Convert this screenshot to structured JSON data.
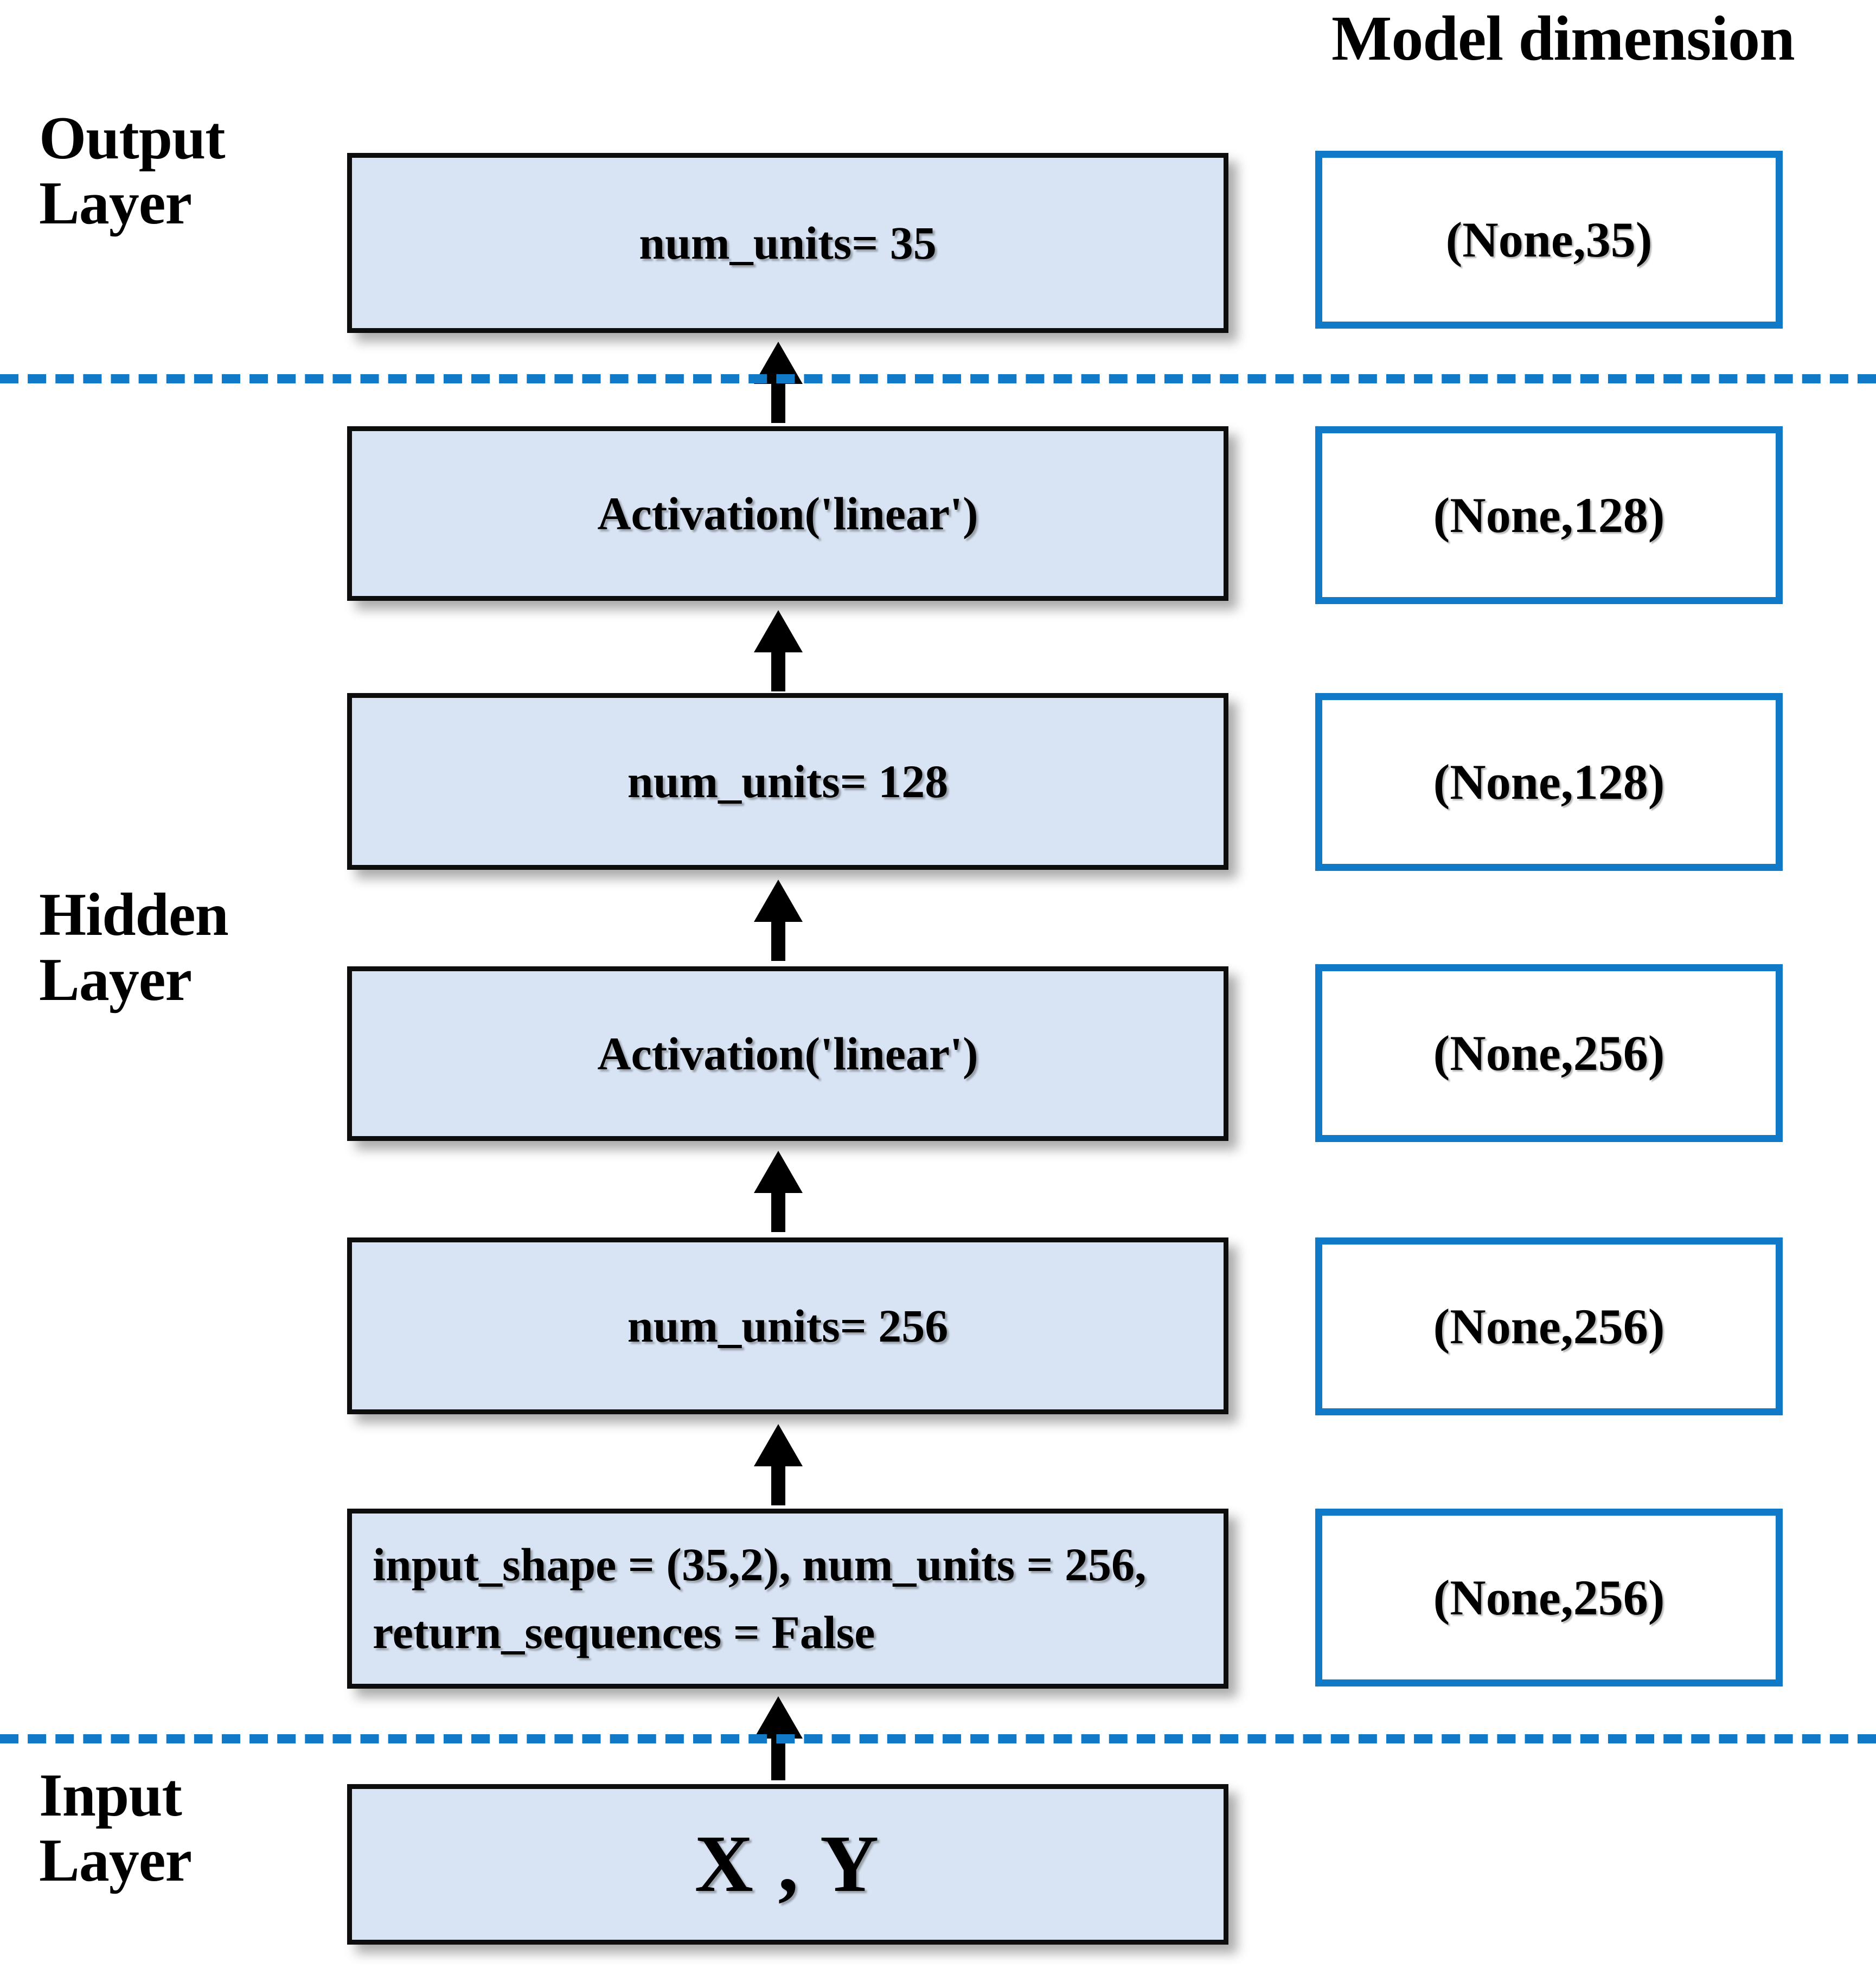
{
  "header": {
    "model_dimension_label": "Model dimension"
  },
  "sections": [
    {
      "id": "output",
      "label": "Output\nLayer"
    },
    {
      "id": "hidden",
      "label": "Hidden\nLayer"
    },
    {
      "id": "input",
      "label": "Input\nLayer"
    }
  ],
  "layers": [
    {
      "id": "dense-output",
      "text": "num_units= 35",
      "dimension": "(None,35)"
    },
    {
      "id": "activation-2",
      "text": "Activation('linear')",
      "dimension": "(None,128)"
    },
    {
      "id": "dense-128",
      "text": "num_units= 128",
      "dimension": "(None,128)"
    },
    {
      "id": "activation-1",
      "text": "Activation('linear')",
      "dimension": "(None,256)"
    },
    {
      "id": "dense-256",
      "text": "num_units= 256",
      "dimension": "(None,256)"
    },
    {
      "id": "lstm-input",
      "text": "input_shape = (35,2), num_units = 256,\nreturn_sequences = False",
      "dimension": "(None,256)"
    },
    {
      "id": "input-data",
      "text": "X , Y",
      "dimension": ""
    }
  ],
  "colors": {
    "layer_box_fill": "#d8e3f3",
    "layer_box_border": "#0d0d0d",
    "dimension_box_border": "#1079c8",
    "dimension_box_fill": "#ffffff",
    "divider": "#1079c8",
    "arrow": "#000000",
    "text": "#000000"
  },
  "flow_arrows": 6,
  "dividers": 2
}
